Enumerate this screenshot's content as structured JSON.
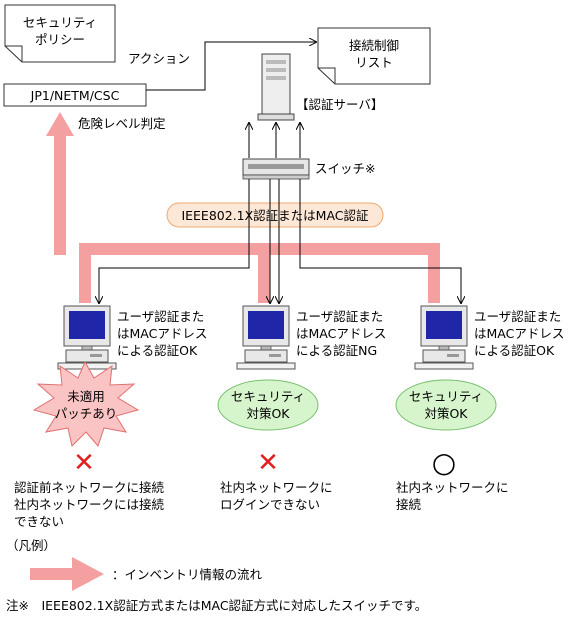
{
  "policy_doc": {
    "line1": "セキュリティ",
    "line2": "ポリシー"
  },
  "jp1_box": {
    "label": "JP1/NETM/CSC"
  },
  "action_label": "アクション",
  "risk_label": "危険レベル判定",
  "acl_doc": {
    "line1": "接続制御",
    "line2": "リスト"
  },
  "auth_server_label": "【認証サーバ】",
  "switch_label": "スイッチ※",
  "protocol_pill": "IEEE802.1X認証またはMAC認証",
  "clients": [
    {
      "auth_text": [
        "ユーザ認証また",
        "はMACアドレス",
        "による認証OK"
      ],
      "badge": [
        "未適用",
        "パッチあり"
      ],
      "badge_type": "burst",
      "result_symbol": "✕",
      "result_text": [
        "認証前ネットワークに接続",
        "社内ネットワークには接続",
        "できない"
      ]
    },
    {
      "auth_text": [
        "ユーザ認証また",
        "はMACアドレス",
        "による認証NG"
      ],
      "badge": [
        "セキュリティ",
        "対策OK"
      ],
      "badge_type": "ellipse",
      "result_symbol": "✕",
      "result_text": [
        "社内ネットワークに",
        "ログインできない"
      ]
    },
    {
      "auth_text": [
        "ユーザ認証また",
        "はMACアドレス",
        "による認証OK"
      ],
      "badge": [
        "セキュリティ",
        "対策OK"
      ],
      "badge_type": "ellipse",
      "result_symbol": "○",
      "result_text": [
        "社内ネットワークに",
        "接続"
      ]
    }
  ],
  "legend": {
    "heading": "（凡例）",
    "arrow_text": "：インベントリ情報の流れ"
  },
  "footnote": "注※　IEEE802.1X認証方式またはMAC認証方式に対応したスイッチです。",
  "colors": {
    "flow": "#f4a0a0",
    "ellipse_fill": "#d6f5cc",
    "ellipse_stroke": "#7ac070",
    "burst_fill": "#fbc4c4",
    "burst_stroke": "#e07070",
    "pill_fill": "#fde8d8",
    "pill_stroke": "#f0a870",
    "cross": "#e02020",
    "screen": "#1f27a8"
  }
}
